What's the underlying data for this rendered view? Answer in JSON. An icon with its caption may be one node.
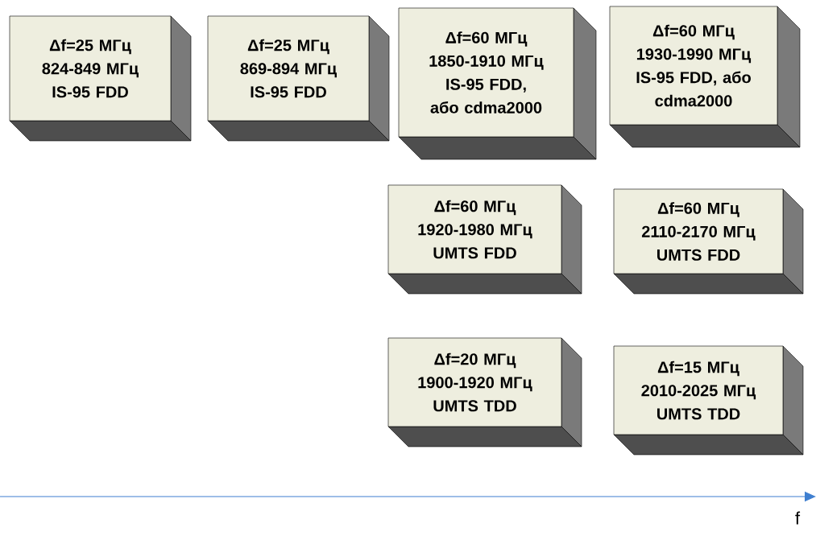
{
  "diagram": {
    "nodes": [
      {
        "text": [
          "Δf=25 МГц",
          "824-849 МГц",
          "IS-95 FDD"
        ]
      },
      {
        "text": [
          "Δf=25 МГц",
          "869-894 МГц",
          "IS-95 FDD"
        ]
      },
      {
        "text": [
          "Δf=60 МГц",
          "1850-1910 МГц",
          "IS-95 FDD, або cdma2000"
        ]
      },
      {
        "text": [
          "Δf=60 МГц",
          "1930-1990 МГц",
          "IS-95 FDD, або cdma2000"
        ]
      },
      {
        "text": [
          "Δf=60 МГц",
          "1920-1980 МГц",
          "UMTS FDD"
        ]
      },
      {
        "text": [
          "Δf=60 МГц",
          "2110-2170 МГц",
          "UMTS FDD"
        ]
      },
      {
        "text": [
          "Δf=20 МГц",
          "1900-1920 МГц",
          "UMTS TDD"
        ]
      },
      {
        "text": [
          "Δf=15 МГц",
          "2010-2025 МГц",
          "UMTS TDD"
        ]
      }
    ],
    "labels": [
      "f"
    ]
  }
}
